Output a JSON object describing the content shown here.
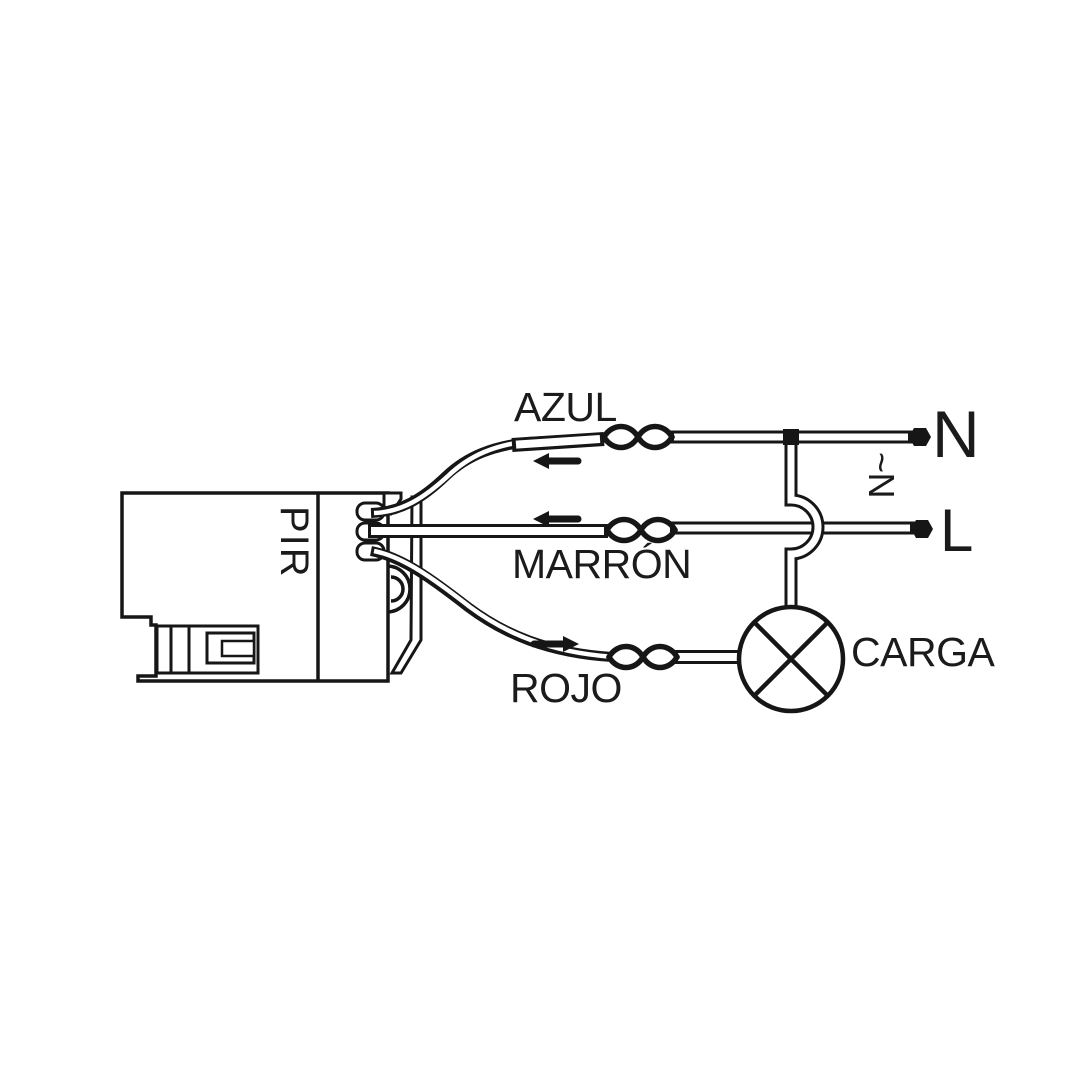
{
  "figure": {
    "type": "wiring-diagram",
    "description_visible": false,
    "background_color": "#ffffff",
    "line_color": "#161616"
  },
  "labels": {
    "device": "PIR",
    "wire_top": "AZUL",
    "wire_middle": "MARRÓN",
    "wire_bottom": "ROJO",
    "terminal_neutral": "N",
    "terminal_line": "L",
    "supply_note": "~N",
    "load": "CARGA"
  },
  "symbols": {
    "splice": "twisted-wire-splice-icon",
    "load": "lamp-cross-circle-icon",
    "junction": "junction-dot-icon",
    "crossover": "wire-jump-arc-icon",
    "terminal": "terminal-pin-icon",
    "flow_arrow_top": "arrow-left",
    "flow_arrow_middle": "arrow-left",
    "flow_arrow_bottom": "arrow-right"
  },
  "connections": [
    {
      "wire": "AZUL",
      "from": "PIR",
      "to": "N"
    },
    {
      "wire": "MARRÓN",
      "from": "PIR",
      "to": "L"
    },
    {
      "wire": "ROJO",
      "from": "PIR",
      "to": "CARGA"
    },
    {
      "wire": "derivación",
      "from": "N",
      "to": "CARGA"
    }
  ]
}
